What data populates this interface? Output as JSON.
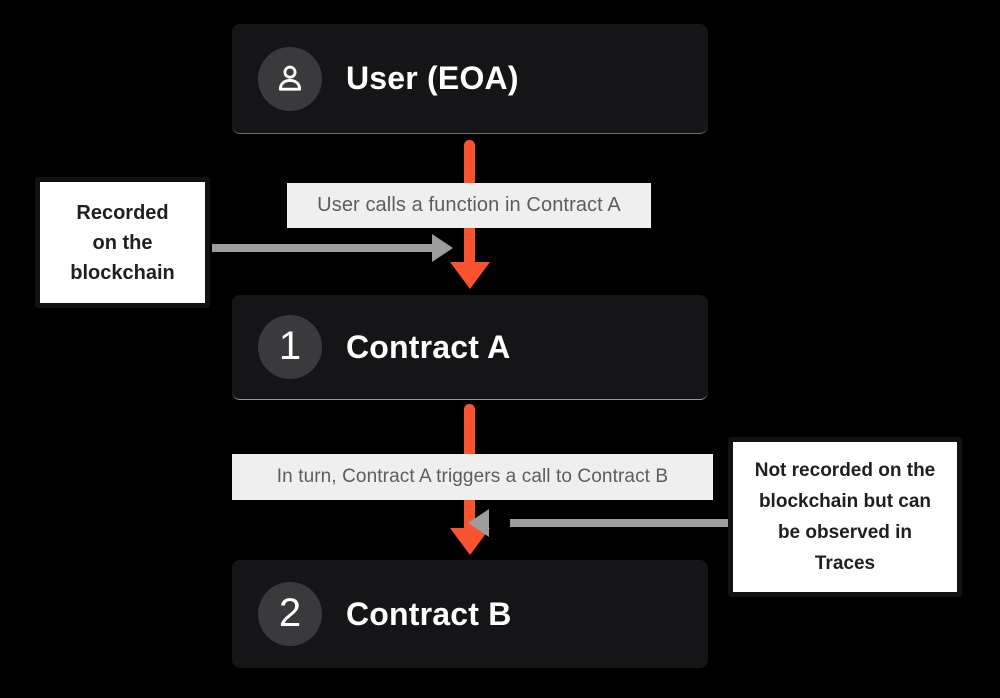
{
  "diagram": {
    "nodes": [
      {
        "title": "User (EOA)",
        "badge_icon": "person"
      },
      {
        "title": "Contract A",
        "badge_number": "1"
      },
      {
        "title": "Contract B",
        "badge_number": "2"
      }
    ],
    "flow_labels": [
      {
        "text": "User calls a function in Contract A"
      },
      {
        "text": "In turn, Contract A triggers a call to Contract B"
      }
    ],
    "annotations": [
      {
        "side": "left",
        "text": "Recorded on the blockchain"
      },
      {
        "side": "right",
        "text": "Not recorded on the blockchain but can be observed in Traces"
      }
    ],
    "colors": {
      "background": "#000000",
      "node_background": "#151517",
      "badge_background": "#3a3a3c",
      "accent_orange": "#f9522e",
      "arrow_gray": "#9d9d9d",
      "label_background": "#efeff0"
    }
  }
}
